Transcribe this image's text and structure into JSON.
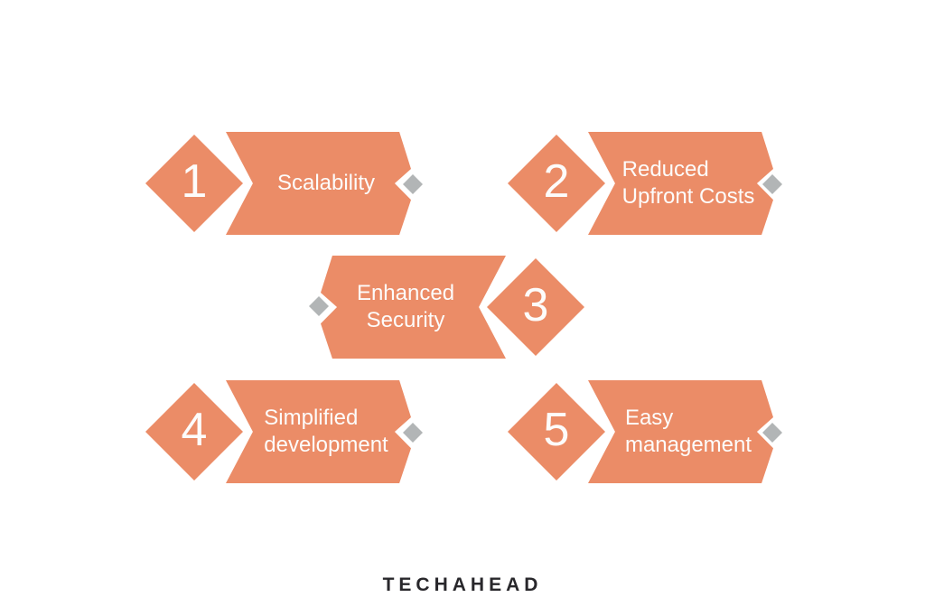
{
  "colors": {
    "shape": "#EB8C67",
    "connector": "#B2B5B6",
    "shape-text": "#FDFCFB",
    "background": "#FFFFFF",
    "logo": "#28272B"
  },
  "diagram": {
    "items": [
      {
        "number": "1",
        "line1": "Scalability",
        "line2": ""
      },
      {
        "number": "2",
        "line1": "Reduced",
        "line2": "Upfront Costs"
      },
      {
        "number": "3",
        "line1": "Enhanced",
        "line2": "Security"
      },
      {
        "number": "4",
        "line1": "Simplified",
        "line2": "development"
      },
      {
        "number": "5",
        "line1": "Easy",
        "line2": "management"
      }
    ]
  },
  "footer": {
    "brand": "TECHAHEAD"
  }
}
